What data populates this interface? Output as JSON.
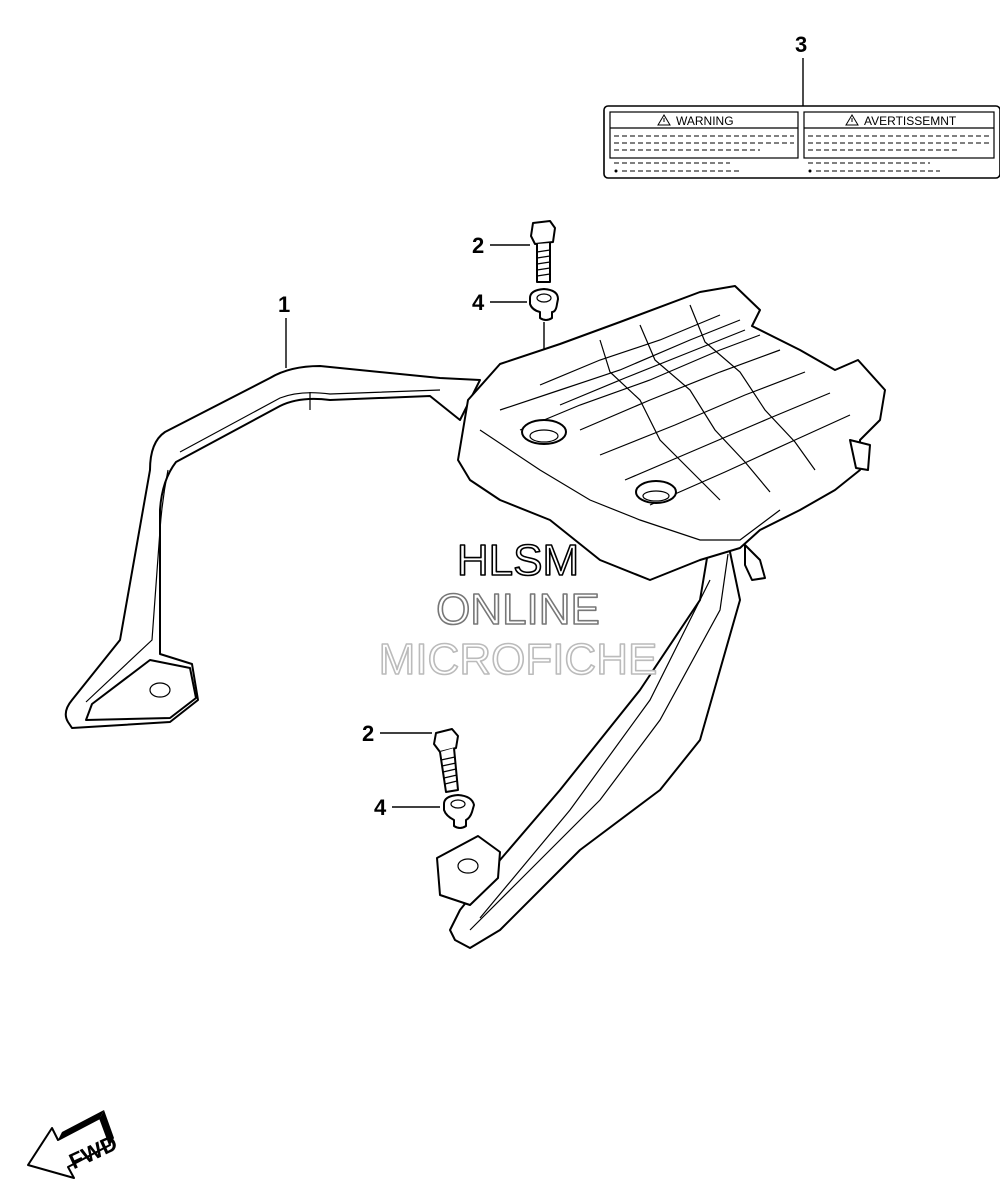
{
  "callouts": {
    "c1": "1",
    "c2a": "2",
    "c2b": "2",
    "c3": "3",
    "c4a": "4",
    "c4b": "4"
  },
  "warning_label": {
    "left_title": "WARNING",
    "right_title": "AVERTISSEMNT"
  },
  "watermark": {
    "line1": "HLSM",
    "line2": "ONLINE",
    "line3": "MICROFICHE"
  },
  "fwd_arrow": {
    "text": "FWD"
  },
  "icons": {
    "warning_triangle": "warning-triangle-icon",
    "fwd_arrow": "forward-arrow-icon"
  }
}
